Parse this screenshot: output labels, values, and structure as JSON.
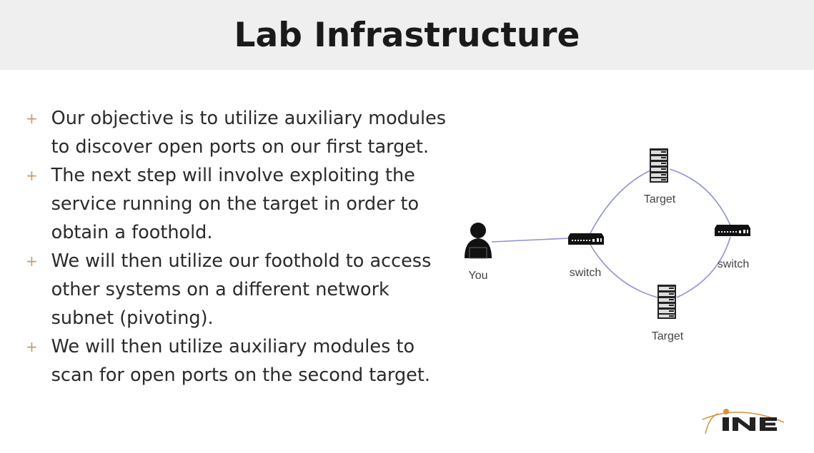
{
  "title": "Lab Infrastructure",
  "bullets": [
    "Our objective is to utilize auxiliary modules to discover open ports on our first target.",
    "The next step will involve exploiting the service running on the target in order to obtain a foothold.",
    "We will then utilize our foothold to access other systems on a different network subnet (pivoting).",
    "We will then utilize auxiliary modules to scan for open ports on the second target."
  ],
  "bullet_marker": "+",
  "diagram": {
    "nodes": {
      "you": "You",
      "switch1": "switch",
      "target1": "Target",
      "switch2": "switch",
      "target2": "Target"
    },
    "link_color": "#8f8fd6"
  },
  "logo": {
    "text": "INE",
    "accent": "#d4923a"
  }
}
